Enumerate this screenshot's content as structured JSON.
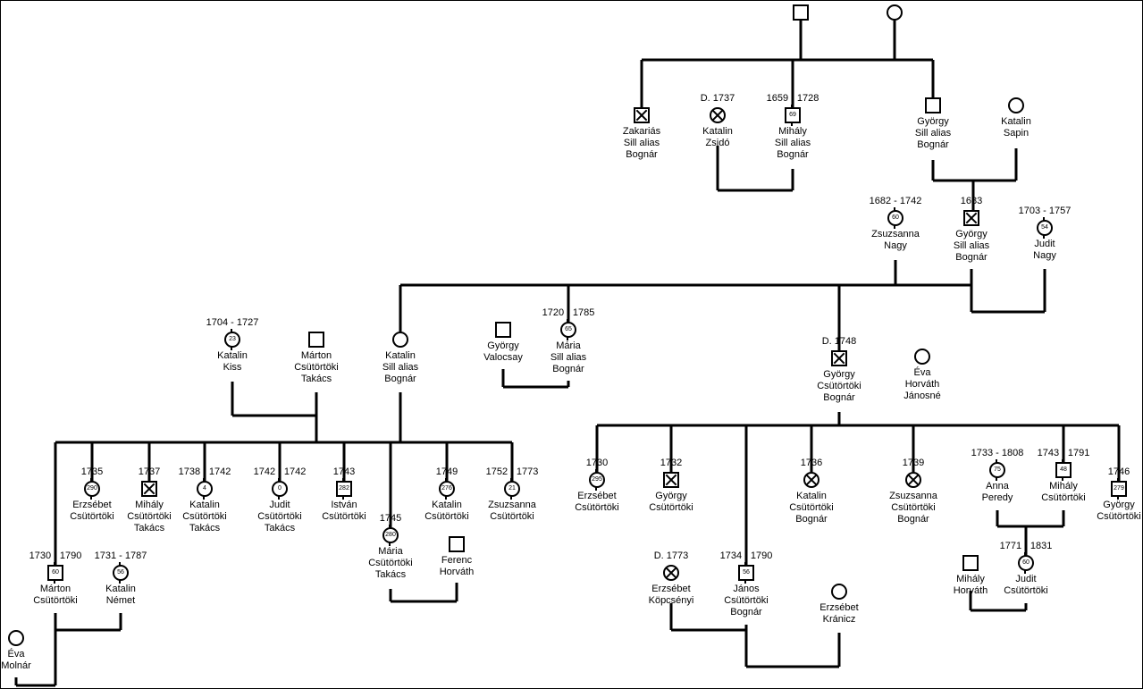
{
  "chart_data": {
    "type": "pedigree",
    "people": [
      {
        "id": "p_top_father",
        "sex": "M",
        "deceased": false,
        "years": "",
        "age": "",
        "names": []
      },
      {
        "id": "p_top_mother",
        "sex": "F",
        "deceased": false,
        "years": "",
        "age": "",
        "names": []
      },
      {
        "id": "p_zakarias",
        "sex": "M",
        "deceased": true,
        "years": "",
        "age": "",
        "names": [
          "Zakariás",
          "Sill alias",
          "Bognár"
        ]
      },
      {
        "id": "p_katalin_zsido",
        "sex": "F",
        "deceased": true,
        "years": "D. 1737",
        "age": "",
        "names": [
          "Katalin",
          "Zsidó"
        ]
      },
      {
        "id": "p_mihaly_sill",
        "sex": "M",
        "deceased": false,
        "years": "1659 - 1728",
        "age": "69",
        "names": [
          "Mihály",
          "Sill alias",
          "Bognár"
        ]
      },
      {
        "id": "p_gyorgy_sill_sr",
        "sex": "M",
        "deceased": false,
        "years": "",
        "age": "",
        "names": [
          "György",
          "Sill alias",
          "Bognár"
        ]
      },
      {
        "id": "p_katalin_sapin",
        "sex": "F",
        "deceased": false,
        "years": "",
        "age": "",
        "names": [
          "Katalin",
          "Sapin"
        ]
      },
      {
        "id": "p_zsuzsanna_nagy",
        "sex": "F",
        "deceased": false,
        "years": "1682 - 1742",
        "age": "60",
        "names": [
          "Zsuzsanna",
          "Nagy"
        ]
      },
      {
        "id": "p_gyorgy_sill_jr",
        "sex": "M",
        "deceased": true,
        "years": "1683",
        "age": "",
        "names": [
          "György",
          "Sill alias",
          "Bognár"
        ]
      },
      {
        "id": "p_judit_nagy",
        "sex": "F",
        "deceased": false,
        "years": "1703 - 1757",
        "age": "54",
        "names": [
          "Judit",
          "Nagy"
        ]
      },
      {
        "id": "p_katalin_kiss",
        "sex": "F",
        "deceased": false,
        "years": "1704 - 1727",
        "age": "23",
        "names": [
          "Katalin",
          "Kiss"
        ]
      },
      {
        "id": "p_marton_takacs",
        "sex": "M",
        "deceased": false,
        "years": "",
        "age": "",
        "names": [
          "Márton",
          "Csütörtöki",
          "Takács"
        ]
      },
      {
        "id": "p_katalin_sill",
        "sex": "F",
        "deceased": false,
        "years": "",
        "age": "",
        "names": [
          "Katalin",
          "Sill alias",
          "Bognár"
        ]
      },
      {
        "id": "p_gyorgy_valocsay",
        "sex": "M",
        "deceased": false,
        "years": "",
        "age": "",
        "names": [
          "György",
          "Valocsay"
        ]
      },
      {
        "id": "p_maria_sill",
        "sex": "F",
        "deceased": false,
        "years": "1720 - 1785",
        "age": "65",
        "names": [
          "Mária",
          "Sill alias",
          "Bognár"
        ]
      },
      {
        "id": "p_gyorgy_cs_bognar",
        "sex": "M",
        "deceased": true,
        "years": "D. 1748",
        "age": "",
        "names": [
          "György",
          "Csütörtöki",
          "Bognár"
        ]
      },
      {
        "id": "p_eva_horvath",
        "sex": "F",
        "deceased": false,
        "years": "",
        "age": "",
        "names": [
          "Éva",
          "Horváth",
          "Jánosné"
        ]
      },
      {
        "id": "p_erzsebet_1735",
        "sex": "F",
        "deceased": false,
        "years": "1735",
        "age": "290",
        "names": [
          "Erzsébet",
          "Csütörtöki"
        ]
      },
      {
        "id": "p_mihaly_1737",
        "sex": "M",
        "deceased": true,
        "years": "1737",
        "age": "",
        "names": [
          "Mihály",
          "Csütörtöki",
          "Takács"
        ]
      },
      {
        "id": "p_katalin_1738",
        "sex": "F",
        "deceased": false,
        "years": "1738 - 1742",
        "age": "4",
        "names": [
          "Katalin",
          "Csütörtöki",
          "Takács"
        ]
      },
      {
        "id": "p_judit_1742",
        "sex": "F",
        "deceased": false,
        "years": "1742 - 1742",
        "age": "0",
        "names": [
          "Judit",
          "Csütörtöki",
          "Takács"
        ]
      },
      {
        "id": "p_istvan_1743",
        "sex": "M",
        "deceased": false,
        "years": "1743",
        "age": "282",
        "names": [
          "István",
          "Csütörtöki"
        ]
      },
      {
        "id": "p_maria_1745",
        "sex": "F",
        "deceased": false,
        "years": "1745",
        "age": "280",
        "names": [
          "Mária",
          "Csütörtöki",
          "Takács"
        ]
      },
      {
        "id": "p_katalin_1749",
        "sex": "F",
        "deceased": false,
        "years": "1749",
        "age": "276",
        "names": [
          "Katalin",
          "Csütörtöki"
        ]
      },
      {
        "id": "p_zsuzsanna_1752",
        "sex": "F",
        "deceased": false,
        "years": "1752 - 1773",
        "age": "21",
        "names": [
          "Zsuzsanna",
          "Csütörtöki"
        ]
      },
      {
        "id": "p_ferenc_horvath",
        "sex": "M",
        "deceased": false,
        "years": "",
        "age": "",
        "names": [
          "Ferenc",
          "Horváth"
        ]
      },
      {
        "id": "p_marton_1730",
        "sex": "M",
        "deceased": false,
        "years": "1730 - 1790",
        "age": "60",
        "names": [
          "Márton",
          "Csütörtöki"
        ]
      },
      {
        "id": "p_katalin_nemet",
        "sex": "F",
        "deceased": false,
        "years": "1731 - 1787",
        "age": "56",
        "names": [
          "Katalin",
          "Német"
        ]
      },
      {
        "id": "p_eva_molnar",
        "sex": "F",
        "deceased": false,
        "years": "",
        "age": "",
        "names": [
          "Éva",
          "Molnár"
        ]
      },
      {
        "id": "p_erzsebet_1730",
        "sex": "F",
        "deceased": false,
        "years": "1730",
        "age": "295",
        "names": [
          "Erzsébet",
          "Csütörtöki"
        ]
      },
      {
        "id": "p_gyorgy_1732",
        "sex": "M",
        "deceased": true,
        "years": "1732",
        "age": "",
        "names": [
          "György",
          "Csütörtöki"
        ]
      },
      {
        "id": "p_katalin_1736",
        "sex": "F",
        "deceased": true,
        "years": "1736",
        "age": "",
        "names": [
          "Katalin",
          "Csütörtöki",
          "Bognár"
        ]
      },
      {
        "id": "p_zsuzsanna_1739",
        "sex": "F",
        "deceased": true,
        "years": "1739",
        "age": "",
        "names": [
          "Zsuzsanna",
          "Csütörtöki",
          "Bognár"
        ]
      },
      {
        "id": "p_anna_peredy",
        "sex": "F",
        "deceased": false,
        "years": "1733 - 1808",
        "age": "75",
        "names": [
          "Anna",
          "Peredy"
        ]
      },
      {
        "id": "p_mihaly_1743",
        "sex": "M",
        "deceased": false,
        "years": "1743 - 1791",
        "age": "48",
        "names": [
          "Mihály",
          "Csütörtöki"
        ]
      },
      {
        "id": "p_gyorgy_1746",
        "sex": "M",
        "deceased": false,
        "years": "1746",
        "age": "279",
        "names": [
          "György",
          "Csütörtöki"
        ]
      },
      {
        "id": "p_erzsebet_kopcsenyi",
        "sex": "F",
        "deceased": true,
        "years": "D. 1773",
        "age": "",
        "names": [
          "Erzsébet",
          "Köpcsényi"
        ]
      },
      {
        "id": "p_janos_1734",
        "sex": "M",
        "deceased": false,
        "years": "1734 - 1790",
        "age": "56",
        "names": [
          "János",
          "Csütörtöki",
          "Bognár"
        ]
      },
      {
        "id": "p_erzsebet_kranicz",
        "sex": "F",
        "deceased": false,
        "years": "",
        "age": "",
        "names": [
          "Erzsébet",
          "Kránicz"
        ]
      },
      {
        "id": "p_mihaly_horvath",
        "sex": "M",
        "deceased": false,
        "years": "",
        "age": "",
        "names": [
          "Mihály",
          "Horváth"
        ]
      },
      {
        "id": "p_judit_1771",
        "sex": "F",
        "deceased": false,
        "years": "1771 - 1831",
        "age": "60",
        "names": [
          "Judit",
          "Csütörtöki"
        ]
      }
    ]
  }
}
